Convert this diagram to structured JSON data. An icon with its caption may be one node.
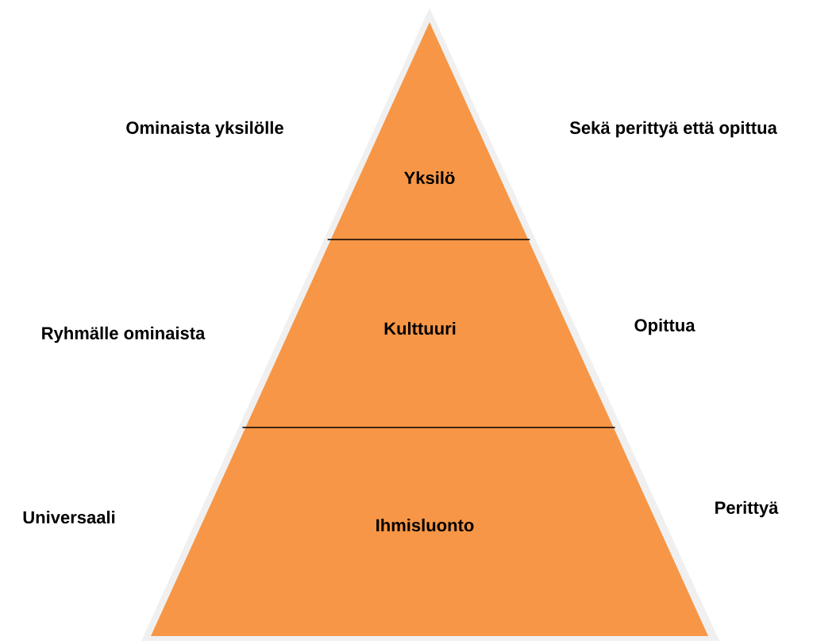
{
  "diagram": {
    "nodes": [
      {
        "text": [
          "Yksilö"
        ]
      },
      {
        "text": [
          "Kulttuuri"
        ]
      },
      {
        "text": [
          "Ihmisluonto"
        ]
      }
    ],
    "labels": [
      "Ominaista yksilölle",
      "Sekä perittyä että opittua",
      "Ryhmälle ominaista",
      "Opittua",
      "Universaali",
      "Perittyä"
    ]
  }
}
